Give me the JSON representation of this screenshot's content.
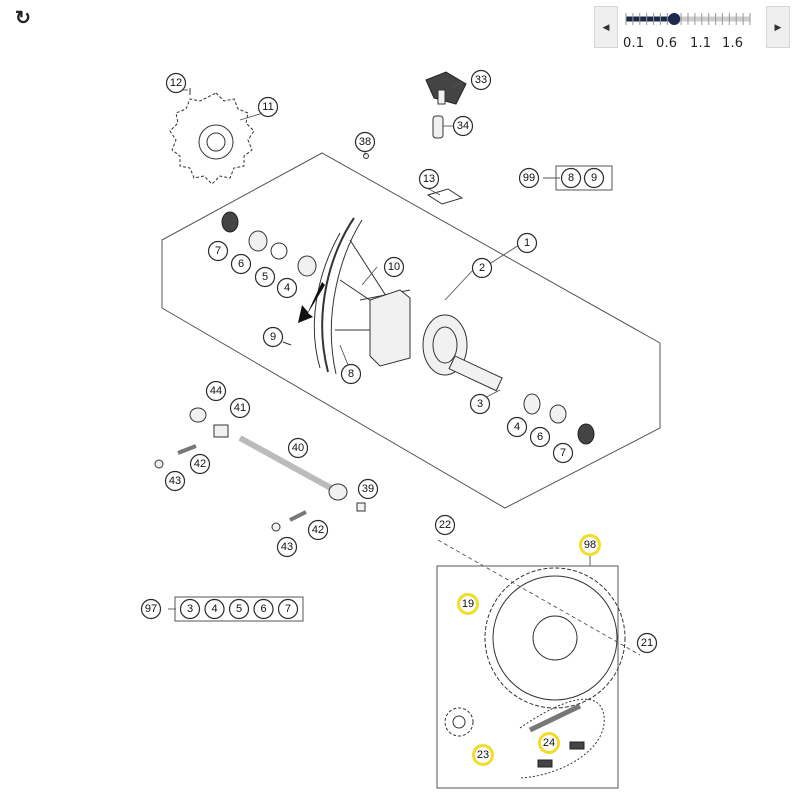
{
  "toolbar": {
    "refresh_icon": "refresh-icon",
    "refresh_glyph": "↻"
  },
  "zoom": {
    "prev_glyph": "◀",
    "next_glyph": "▶",
    "value": 0.8,
    "min": 0.1,
    "max": 1.9,
    "tick_labels": [
      "0.1",
      "0.6",
      "1.1",
      "1.6"
    ]
  },
  "colors": {
    "slider_fill": "#1b2a4a",
    "highlight": "#f2dc2a"
  },
  "callouts": {
    "c1": "1",
    "c2": "2",
    "c3": "3",
    "c4a": "4",
    "c4b": "4",
    "c5": "5",
    "c6a": "6",
    "c6b": "6",
    "c7a": "7",
    "c7b": "7",
    "c8": "8",
    "c9": "9",
    "c10": "10",
    "c11": "11",
    "c12": "12",
    "c13": "13",
    "c19": "19",
    "c21": "21",
    "c22": "22",
    "c23": "23",
    "c24": "24",
    "c33": "33",
    "c34": "34",
    "c38": "38",
    "c39": "39",
    "c40": "40",
    "c41": "41",
    "c42a": "42",
    "c42b": "42",
    "c43a": "43",
    "c43b": "43",
    "c44": "44",
    "c98": "98"
  },
  "kits": {
    "k99": {
      "label": "99",
      "items": [
        "8",
        "9"
      ]
    },
    "k97": {
      "label": "97",
      "items": [
        "3",
        "4",
        "5",
        "6",
        "7"
      ]
    }
  }
}
